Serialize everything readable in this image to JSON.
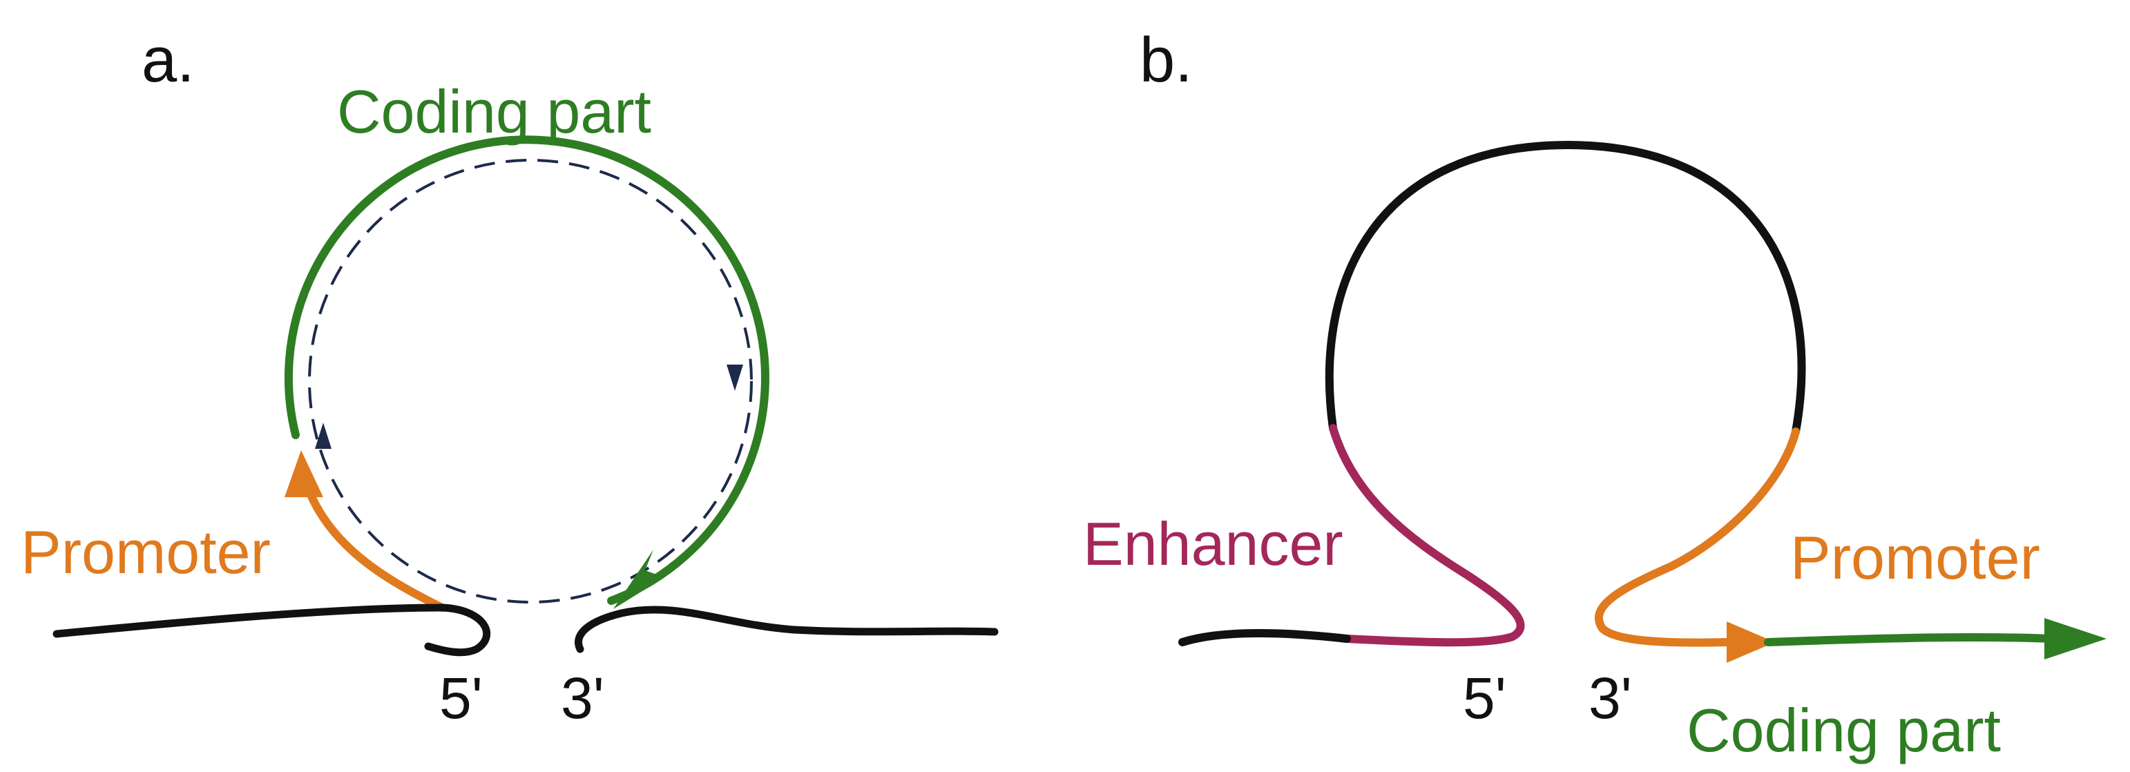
{
  "colors": {
    "black": "#111111",
    "green": "#2e7d23",
    "orange": "#e07a1e",
    "magenta": "#a3275a",
    "navy": "#1d2a4a"
  },
  "panel_a": {
    "label": "a.",
    "coding_label": "Coding part",
    "promoter_label": "Promoter",
    "end5": "5'",
    "end3": "3'"
  },
  "panel_b": {
    "label": "b.",
    "enhancer_label": "Enhancer",
    "promoter_label": "Promoter",
    "coding_label": "Coding part",
    "end5": "5'",
    "end3": "3'"
  }
}
